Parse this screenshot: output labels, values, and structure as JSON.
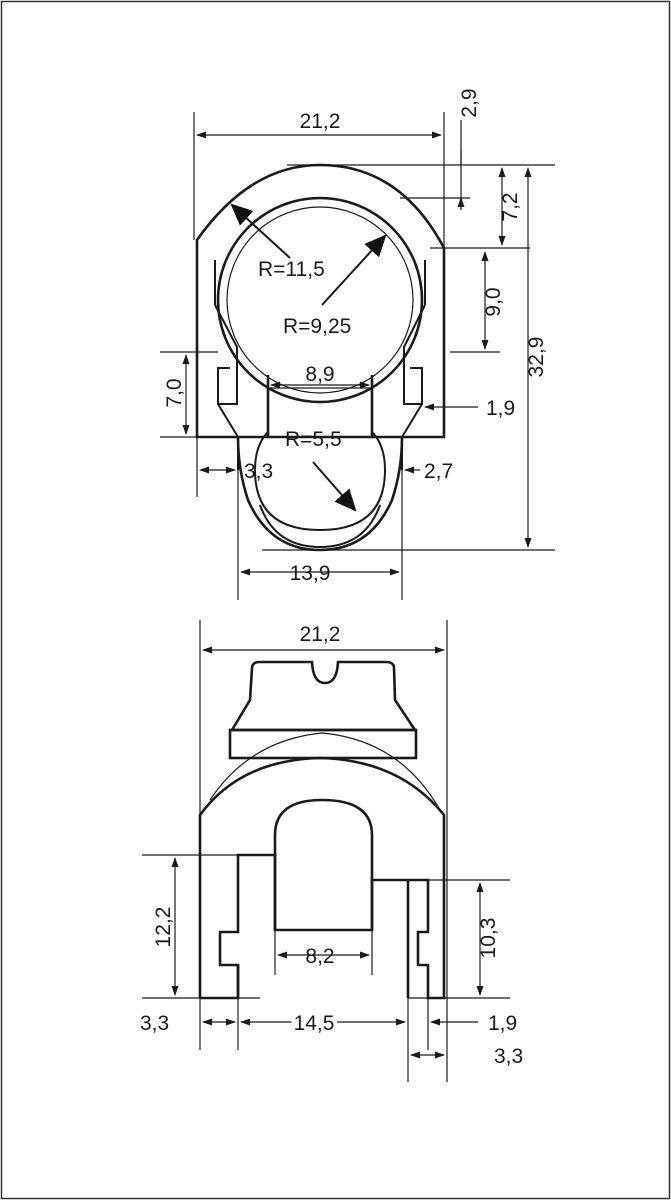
{
  "drawing": {
    "top_view": {
      "width_label": "21,2",
      "gap_label": "2,9",
      "offset_label": "7,2",
      "inner_radius_step_label": "9,0",
      "total_height_label": "32,9",
      "left_step_label": "7,0",
      "outer_radius_label": "R=11,5",
      "inner_radius_label": "R=9,25",
      "small_radius_label": "R=5,5",
      "throat_width_label": "8,9",
      "right_wall_label": "1,9",
      "left_wall_label": "3,3",
      "right_lip_label": "2,7",
      "bottom_width_label": "13,9"
    },
    "front_view": {
      "width_label": "21,2",
      "left_height_label": "12,2",
      "right_height_label": "10,3",
      "slot_width_label": "8,2",
      "left_leg_label": "3,3",
      "inner_span_label": "14,5",
      "right_wall_label": "1,9",
      "right_leg_label": "3,3"
    }
  }
}
